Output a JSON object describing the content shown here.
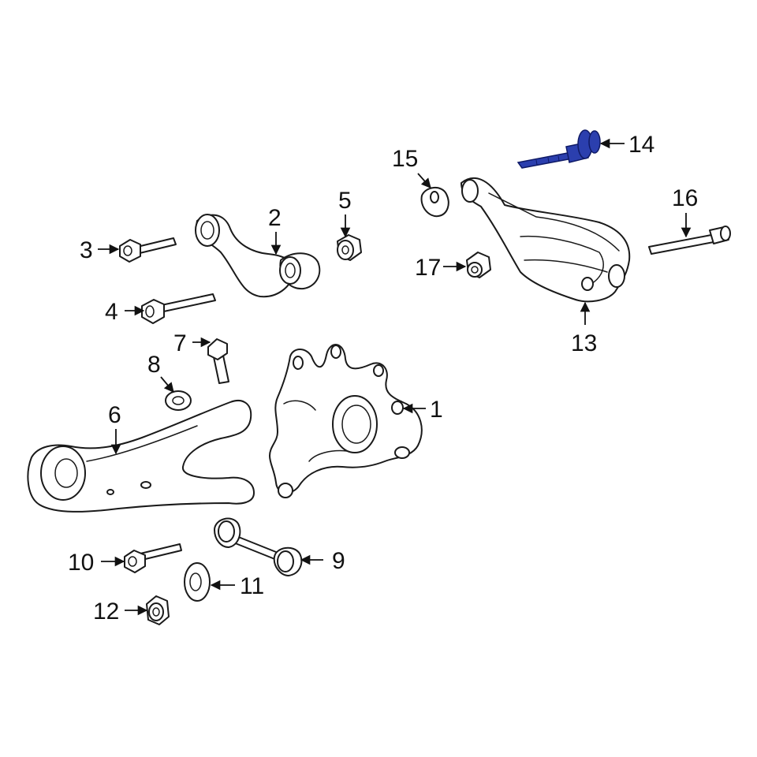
{
  "diagram": {
    "highlight_color": "#2b3fae",
    "highlighted_part": "14",
    "callouts": {
      "c1": "1",
      "c2": "2",
      "c3": "3",
      "c4": "4",
      "c5": "5",
      "c6": "6",
      "c7": "7",
      "c8": "8",
      "c9": "9",
      "c10": "10",
      "c11": "11",
      "c12": "12",
      "c13": "13",
      "c14": "14",
      "c15": "15",
      "c16": "16",
      "c17": "17"
    }
  }
}
